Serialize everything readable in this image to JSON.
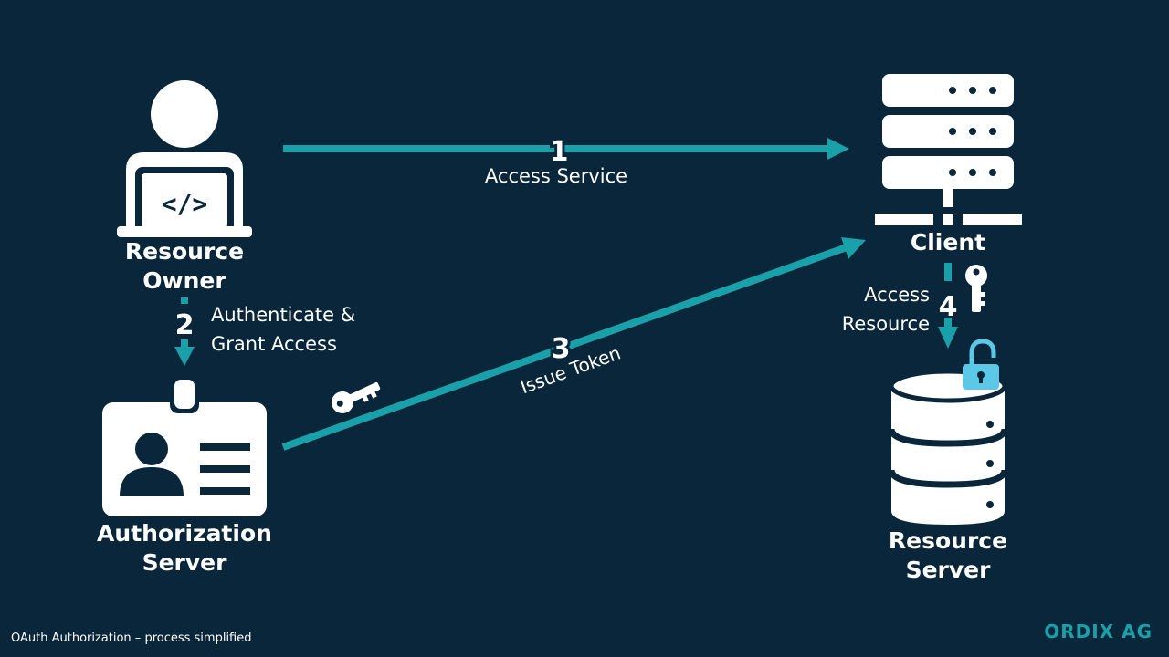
{
  "nodes": {
    "resource_owner": {
      "line1": "Resource",
      "line2": "Owner"
    },
    "authorization_server": {
      "line1": "Authorization",
      "line2": "Server"
    },
    "client": {
      "label": "Client"
    },
    "resource_server": {
      "line1": "Resource",
      "line2": "Server"
    }
  },
  "steps": {
    "step1": {
      "number": "1",
      "label": "Access Service"
    },
    "step2": {
      "number": "2",
      "line1": "Authenticate &",
      "line2": "Grant Access"
    },
    "step3": {
      "number": "3",
      "label": "Issue Token"
    },
    "step4": {
      "number": "4",
      "line1": "Access",
      "line2": "Resource"
    }
  },
  "icons": {
    "resource_owner": "developer-laptop-icon",
    "authorization_server": "id-badge-icon",
    "client": "server-rack-icon",
    "resource_server": "database-icon",
    "token_key": "key-icon",
    "client_key": "key-icon",
    "lock": "unlocked-padlock-icon"
  },
  "footer": "OAuth Authorization  – process simplified",
  "brand": "ORDIX AG",
  "colors": {
    "background": "#0a263a",
    "arrow": "#1aa0a8",
    "icon": "#ffffff",
    "lock": "#5bc8e8"
  }
}
